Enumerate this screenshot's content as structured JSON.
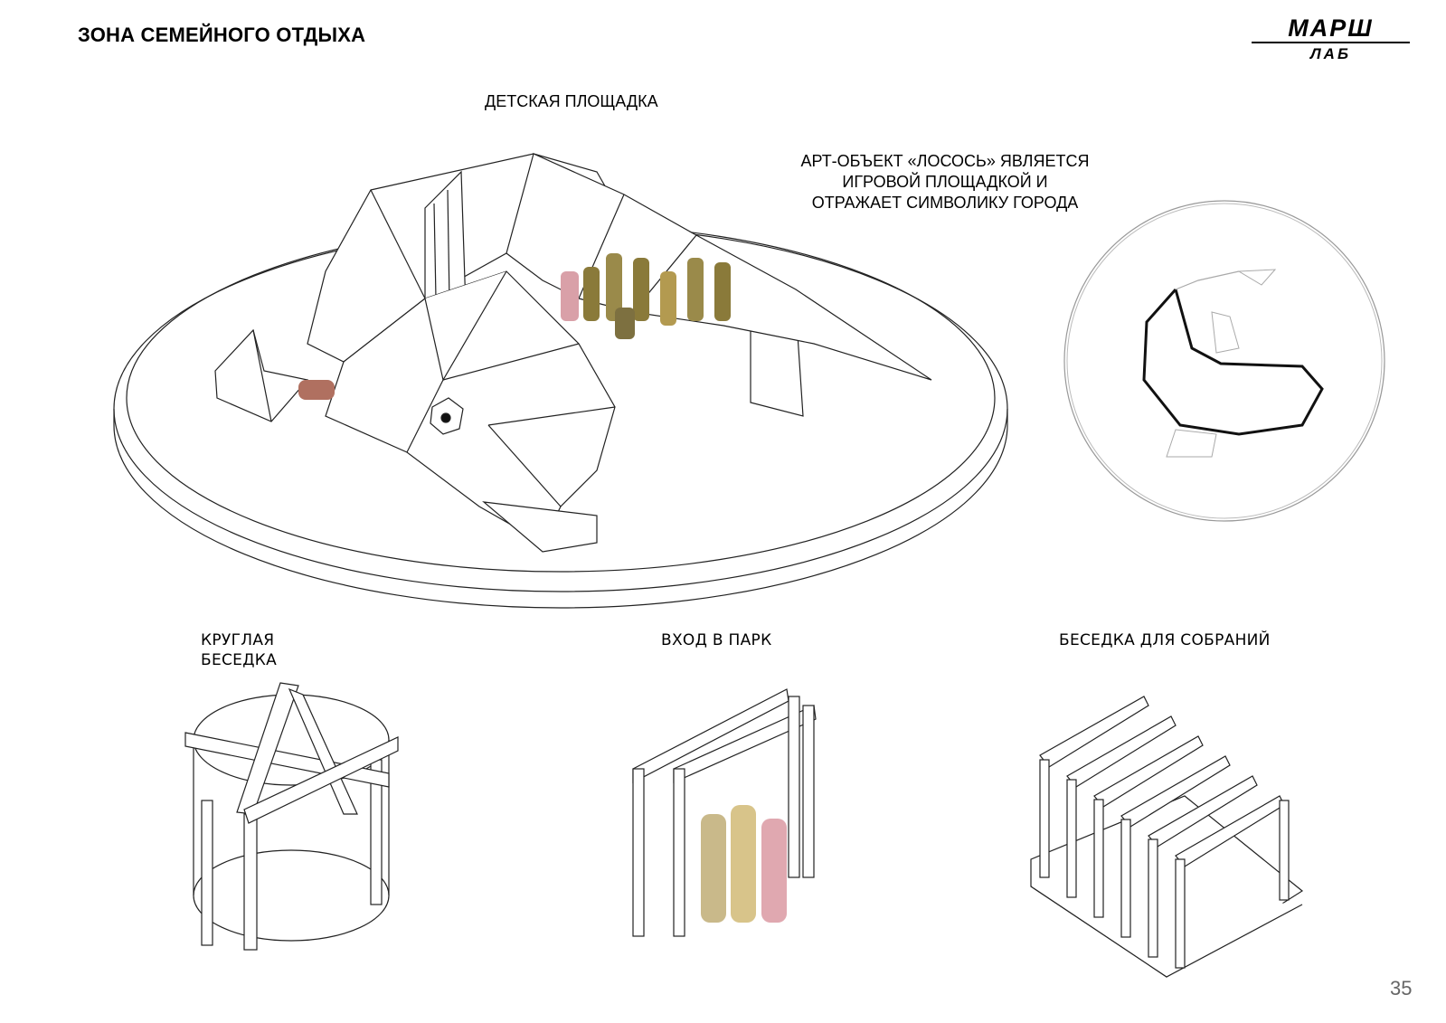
{
  "page": {
    "title": "ЗОНА СЕМЕЙНОГО ОТДЫХА",
    "page_number": "35"
  },
  "logo": {
    "top": "МАРШ",
    "bottom": "ЛАБ"
  },
  "sections": {
    "playground": {
      "label": "ДЕТСКАЯ ПЛОЩАДКА",
      "description": "АРТ-ОБЪЕКТ «ЛОСОСЬ» ЯВЛЯЕТСЯ ИГРОВОЙ ПЛОЩАДКОЙ И ОТРАЖАЕТ СИМВОЛИКУ ГОРОДА"
    },
    "round_gazebo": {
      "label_line1": "КРУГЛАЯ",
      "label_line2": "БЕСЕДКА"
    },
    "park_entrance": {
      "label": "ВХОД В ПАРК"
    },
    "meeting_gazebo": {
      "label": "БЕСЕДКА ДЛЯ СОБРАНИЙ"
    }
  },
  "colors": {
    "line": "#222222",
    "figure_green": "#8a7a3a",
    "figure_pink": "#d9a0a8",
    "page_number": "#666666"
  }
}
